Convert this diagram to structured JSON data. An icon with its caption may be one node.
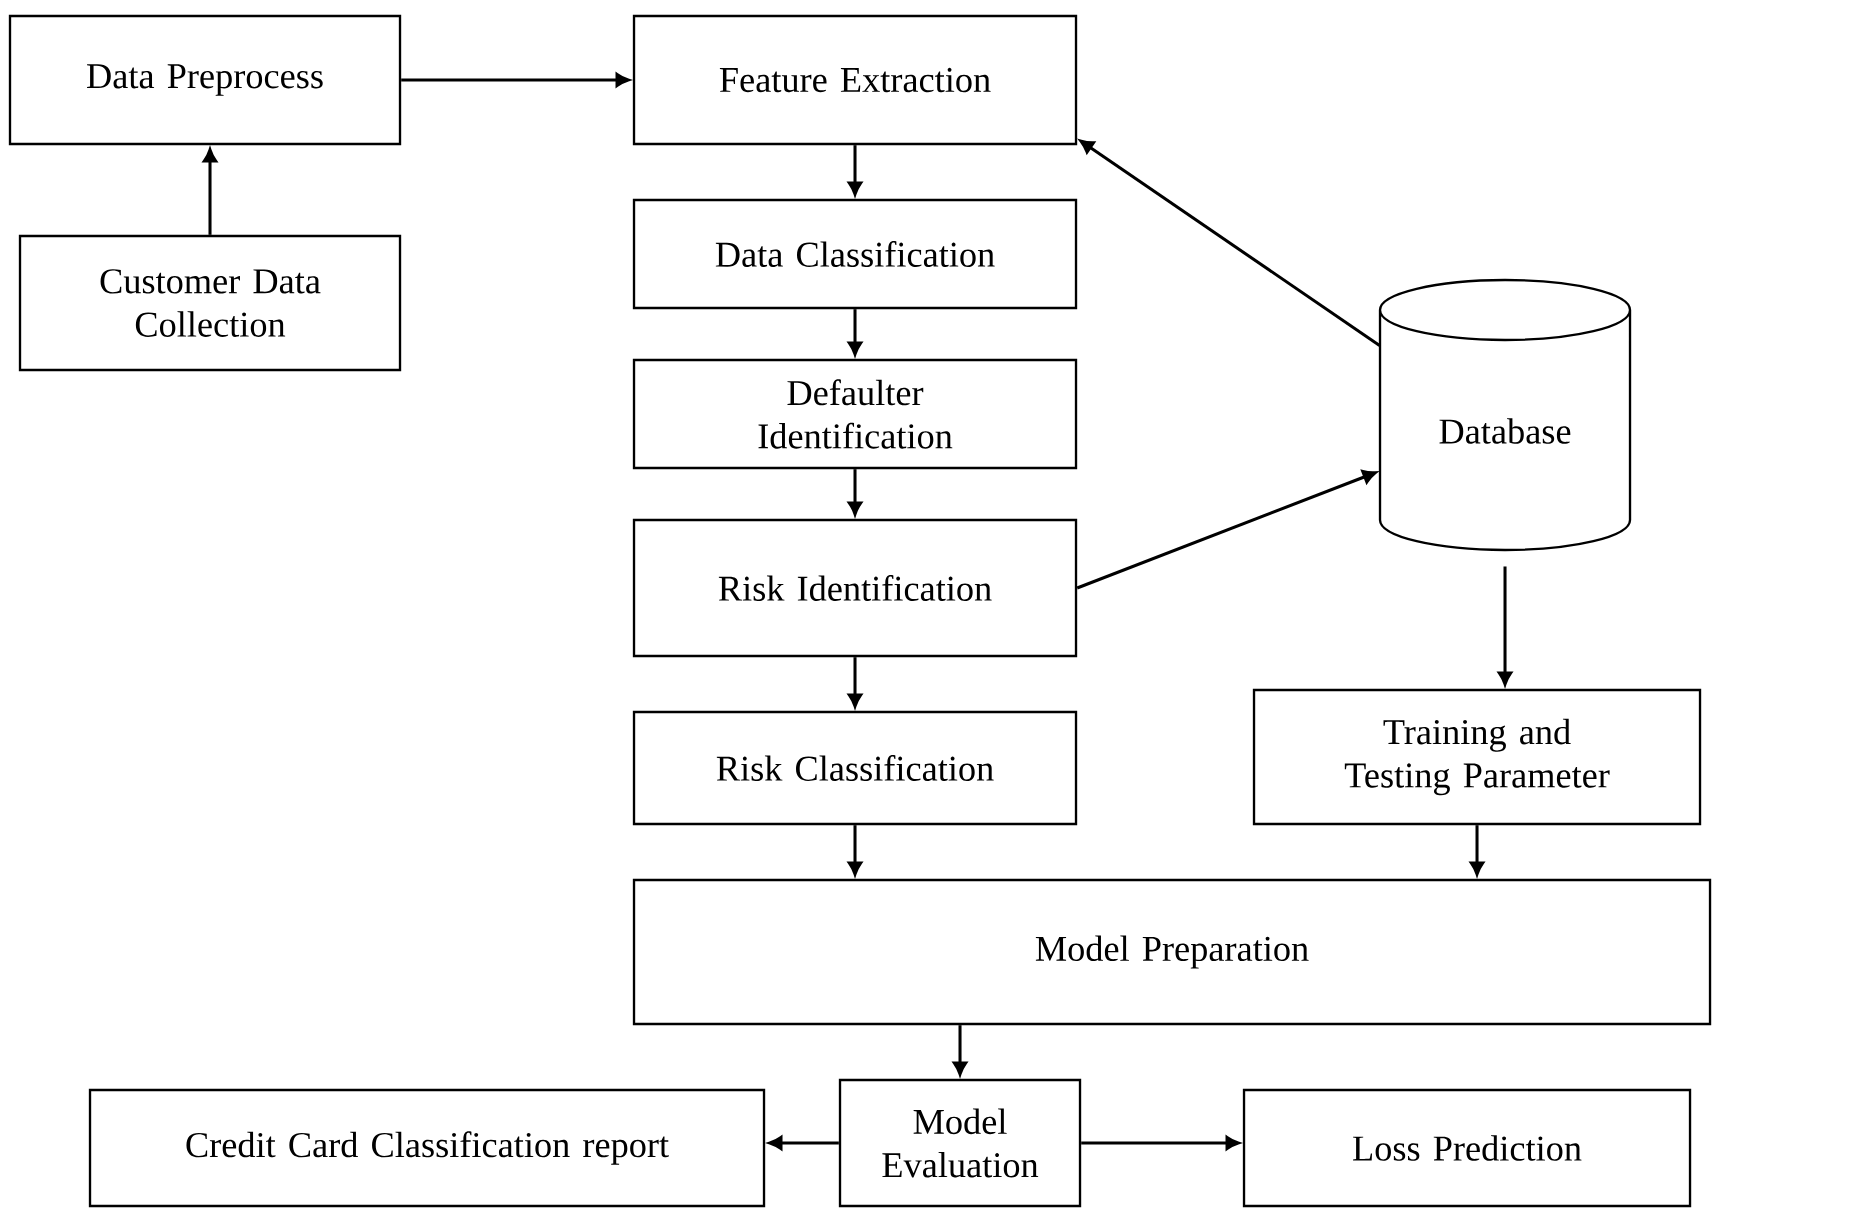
{
  "diagram": {
    "nodes": [
      {
        "text": [
          "Data Preprocess"
        ]
      },
      {
        "text": [
          "Feature Extraction"
        ]
      },
      {
        "text": [
          "Customer Data Collection"
        ]
      },
      {
        "text": [
          "Data Classification"
        ]
      },
      {
        "text": [
          "Defaulter Identification"
        ]
      },
      {
        "text": [
          "Database"
        ]
      },
      {
        "text": [
          "Risk Identification"
        ]
      },
      {
        "text": [
          "Risk Classification"
        ]
      },
      {
        "text": [
          "Training and Testing Parameter"
        ]
      },
      {
        "text": [
          "Model Preparation"
        ]
      },
      {
        "text": [
          "Credit Card Classification report"
        ]
      },
      {
        "text": [
          "Model Evaluation"
        ]
      },
      {
        "text": [
          "Loss Prediction"
        ]
      }
    ],
    "edges": [
      {
        "from": 0,
        "to": 1,
        "arrow": "to"
      },
      {
        "from": 2,
        "to": 0,
        "arrow": "to"
      },
      {
        "from": 1,
        "to": 3,
        "arrow": "to"
      },
      {
        "from": 5,
        "to": 1,
        "arrow": "to"
      },
      {
        "from": 3,
        "to": 4,
        "arrow": "to"
      },
      {
        "from": 4,
        "to": 6,
        "arrow": "to"
      },
      {
        "from": 6,
        "to": 5,
        "arrow": "to"
      },
      {
        "from": 6,
        "to": 7,
        "arrow": "to"
      },
      {
        "from": 5,
        "to": 8,
        "arrow": "to"
      },
      {
        "from": 7,
        "to": 9,
        "arrow": "to"
      },
      {
        "from": 8,
        "to": 9,
        "arrow": "to"
      },
      {
        "from": 9,
        "to": 11,
        "arrow": "to"
      },
      {
        "from": 11,
        "to": 10,
        "arrow": "to"
      },
      {
        "from": 11,
        "to": 12,
        "arrow": "to"
      }
    ]
  }
}
